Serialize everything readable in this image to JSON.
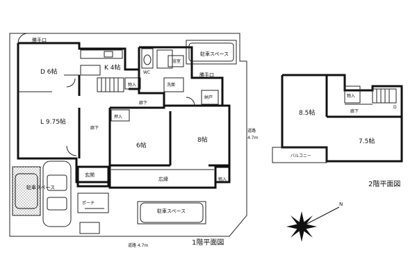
{
  "floor1": {
    "caption": "1階平面図",
    "rooms": {
      "dining": "D 6帖",
      "living": "L 9.75帖",
      "kitchen": "K 4帖",
      "room6": "6帖",
      "room8": "8帖",
      "hall": "広縁",
      "entrance": "玄関",
      "wash": "洗面",
      "storage": "納戸",
      "closet_kitchen": "物入",
      "closet_hall": "物入",
      "oshiire": "押入",
      "corridor_top": "廊下",
      "corridor_left": "廊下",
      "wc": "WC",
      "bath": "浴室",
      "porch": "ポーチ"
    },
    "labels": {
      "back_door_left": "勝手口",
      "back_door_right": "勝手口",
      "parking_top": "駐車スペース",
      "parking_left": "駐車スペース",
      "parking_bottom": "駐車スペース",
      "road_east": "道路",
      "road_east_width": "4.7m",
      "road_south": "道路 4.7m"
    }
  },
  "floor2": {
    "caption": "2階平面図",
    "rooms": {
      "room85": "8.5帖",
      "room75": "7.5帖",
      "closet": "物入",
      "corridor": "廊下",
      "balcony": "バルコニー",
      "down": "D"
    }
  },
  "compass": {
    "north_label": "N"
  }
}
